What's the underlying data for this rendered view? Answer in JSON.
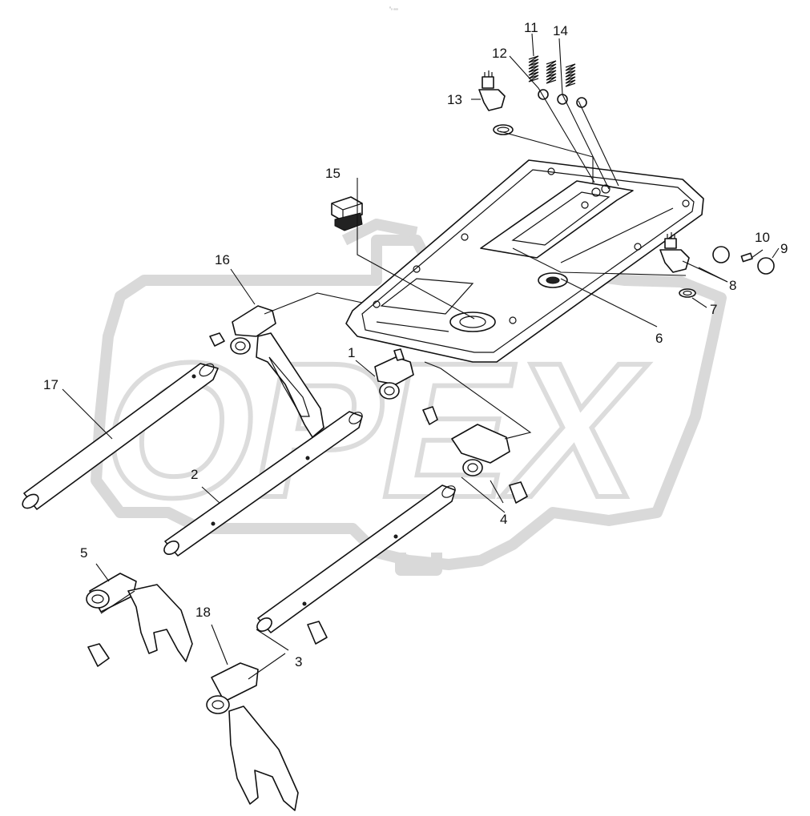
{
  "header": {
    "mark": "⁰ₒ ₒₒₒ"
  },
  "watermark": {
    "text": "OPEX"
  },
  "callouts": [
    {
      "id": "c1",
      "label": "1"
    },
    {
      "id": "c2",
      "label": "2"
    },
    {
      "id": "c3",
      "label": "3"
    },
    {
      "id": "c4",
      "label": "4"
    },
    {
      "id": "c5",
      "label": "5"
    },
    {
      "id": "c6",
      "label": "6"
    },
    {
      "id": "c7",
      "label": "7"
    },
    {
      "id": "c8",
      "label": "8"
    },
    {
      "id": "c9",
      "label": "9"
    },
    {
      "id": "c10",
      "label": "10"
    },
    {
      "id": "c11",
      "label": "11"
    },
    {
      "id": "c12",
      "label": "12"
    },
    {
      "id": "c13",
      "label": "13"
    },
    {
      "id": "c14",
      "label": "14"
    },
    {
      "id": "c15",
      "label": "15"
    },
    {
      "id": "c16",
      "label": "16"
    },
    {
      "id": "c17",
      "label": "17"
    },
    {
      "id": "c18",
      "label": "18"
    }
  ],
  "colors": {
    "line": "#111111",
    "watermark": "#d9d9d9",
    "background": "#ffffff"
  }
}
